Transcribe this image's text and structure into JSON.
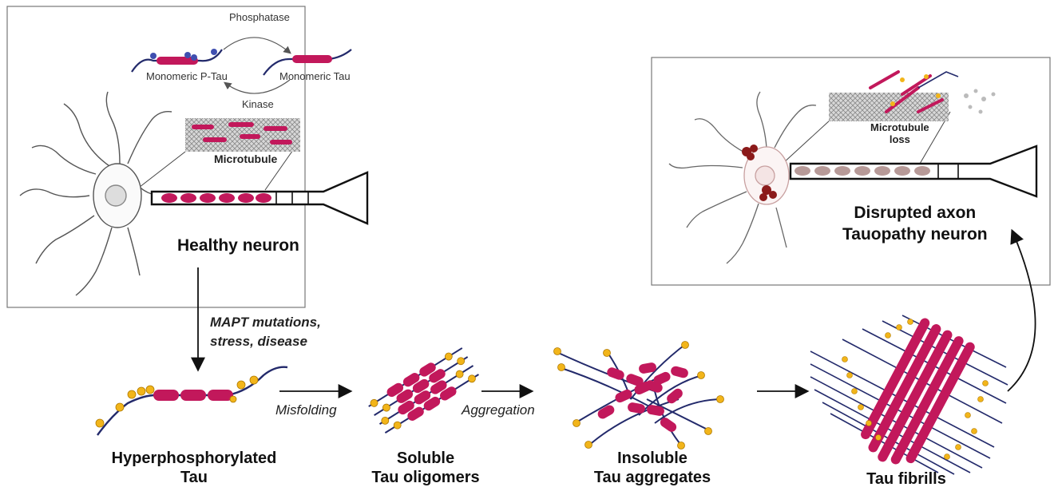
{
  "healthy_panel": {
    "phosphatase_label": "Phosphatase",
    "kinase_label": "Kinase",
    "monomeric_ptau_label": "Monomeric P-Tau",
    "monomeric_tau_label": "Monomeric Tau",
    "microtubule_label": "Microtubule",
    "title": "Healthy neuron"
  },
  "disease_panel": {
    "microtubule_loss_line1": "Microtubule",
    "microtubule_loss_line2": "loss",
    "title_line1": "Disrupted axon",
    "title_line2": "Tauopathy neuron"
  },
  "trigger": {
    "line1": "MAPT mutations,",
    "line2": "stress, disease"
  },
  "steps": {
    "misfolding": "Misfolding",
    "aggregation": "Aggregation"
  },
  "stages": {
    "hyper_line1": "Hyperphosphorylated",
    "hyper_line2": "Tau",
    "oligomers_line1": "Soluble",
    "oligomers_line2": "Tau oligomers",
    "aggregates_line1": "Insoluble",
    "aggregates_line2": "Tau aggregates",
    "fibrils": "Tau fibrills"
  },
  "colors": {
    "tau_protein": "#c2185b",
    "phosphate": "#f2b51a",
    "tau_strand": "#232a6b",
    "kinase_phosphate": "#3f4fb0",
    "aggregate_red": "#8b1a1a"
  }
}
